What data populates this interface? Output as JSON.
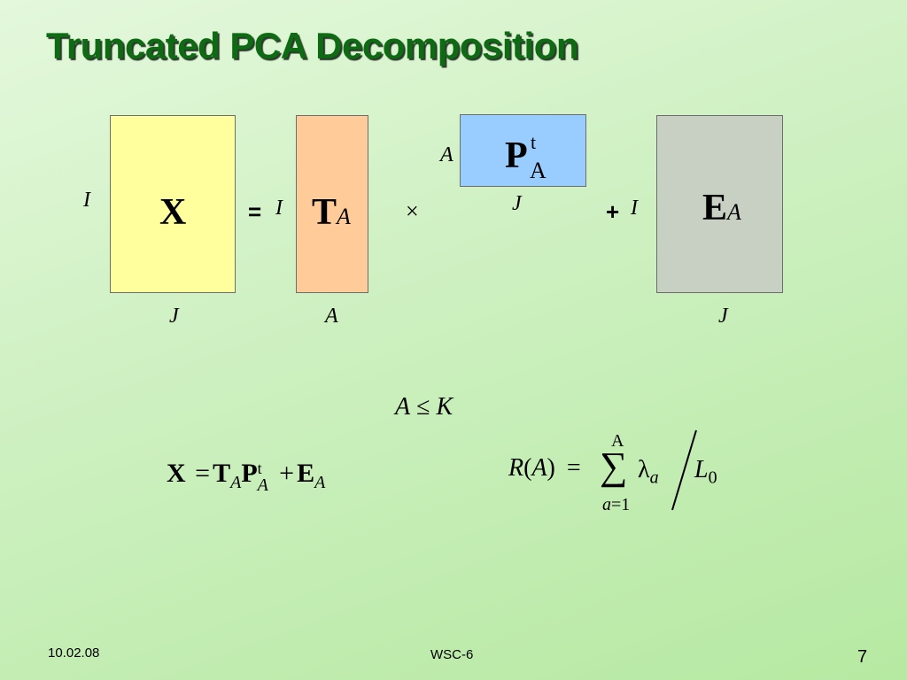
{
  "title": "Truncated PCA Decomposition",
  "diagram": {
    "x_matrix": {
      "symbol": "X",
      "row_label": "I",
      "col_label": "J"
    },
    "equals": "=",
    "t_matrix": {
      "symbol": "T",
      "subscript": "A",
      "row_label": "I",
      "col_label": "A"
    },
    "times": "×",
    "p_matrix": {
      "symbol": "P",
      "subscript": "A",
      "superscript": "t",
      "row_label": "A",
      "col_label": "J"
    },
    "plus": "+",
    "e_matrix": {
      "symbol": "E",
      "subscript": "A",
      "row_label": "I",
      "col_label": "J"
    }
  },
  "constraint": {
    "lhs": "A",
    "op": "≤",
    "rhs": "K"
  },
  "equation": {
    "x": "X",
    "eq": "=",
    "t": "T",
    "t_sub": "A",
    "p": "P",
    "p_sub": "A",
    "p_sup": "t",
    "plus": "+",
    "e": "E",
    "e_sub": "A"
  },
  "ratio_formula": {
    "lhs": "R",
    "arg": "A",
    "eq": "=",
    "sum": "∑",
    "sum_upper": "A",
    "sum_lower_var": "a",
    "sum_lower_eq": "=",
    "sum_lower_val": "1",
    "lambda": "λ",
    "lambda_sub": "a",
    "denominator": "L",
    "denominator_sub": "0"
  },
  "footer": {
    "date": "10.02.08",
    "center": "WSC-6",
    "page": "7"
  }
}
